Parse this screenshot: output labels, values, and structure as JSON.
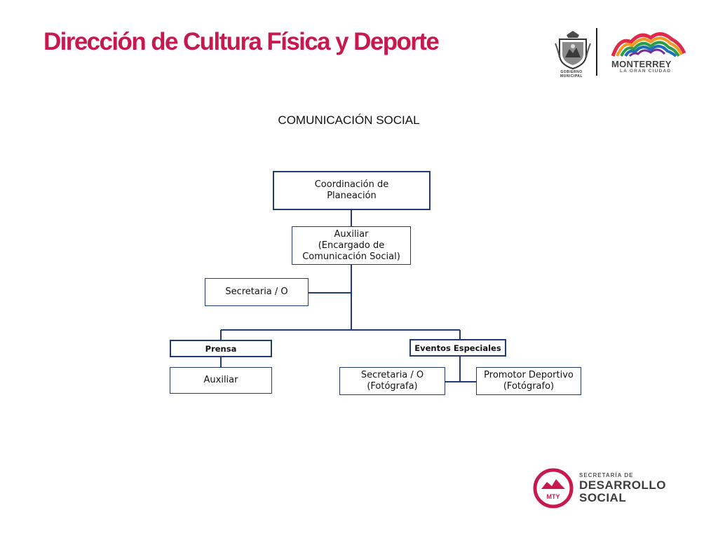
{
  "header": {
    "title": "Dirección de Cultura Física y Deporte",
    "gov_label": "GOBIERNO MUNICIPAL",
    "city_name": "MONTERREY",
    "city_tagline": "LA GRAN CIUDAD"
  },
  "section_title": "COMUNICACIÓN SOCIAL",
  "org": {
    "coordinacion": "Coordinación de\nPlaneación",
    "auxiliar_cs": "Auxiliar\n(Encargado de\nComunicación Social)",
    "secretaria_top": "Secretaria / O",
    "prensa": "Prensa",
    "eventos": "Eventos Especiales",
    "auxiliar_prensa": "Auxiliar",
    "secretaria_foto": "Secretaria / O\n(Fotógrafa)",
    "promotor": "Promotor Deportivo\n(Fotógrafo)"
  },
  "footer_logo": {
    "badge_text": "MTY",
    "pre_title": "SECRETARÍA DE",
    "title": "DESARROLLO\nSOCIAL"
  },
  "colors": {
    "title_red": "#c8194f",
    "box_border": "#1f3d73",
    "connector": "#1f3d73",
    "logo_red": "#c8194f"
  }
}
